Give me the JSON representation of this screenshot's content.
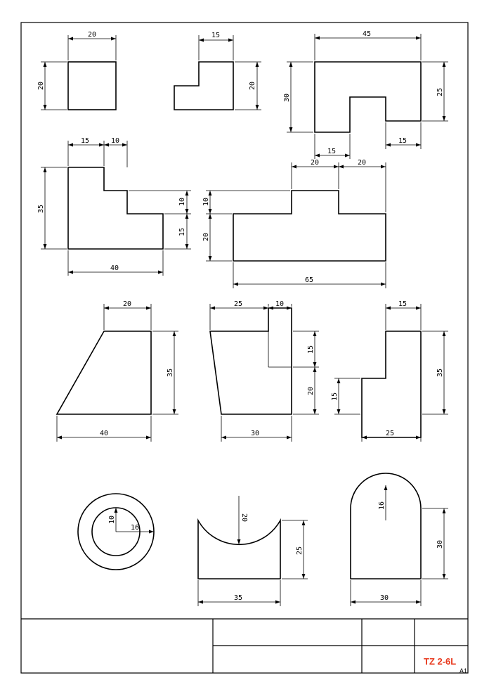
{
  "drawing_code": "TZ 2-6L",
  "sheet_size": "A1",
  "colors": {
    "line": "#000000",
    "code": "#e8391d",
    "paper": "#ffffff"
  },
  "dimensions": {
    "f1_w": "20",
    "f1_h": "20",
    "f2_w": "15",
    "f2_h": "20",
    "f3_w": "45",
    "f3_h": "30",
    "f3_r": "25",
    "f3_b1": "15",
    "f3_b2": "15",
    "f4_t1": "15",
    "f4_t2": "10",
    "f4_h": "35",
    "f4_r1": "10",
    "f4_r2": "15",
    "f4_b": "40",
    "f5_t1": "20",
    "f5_t2": "20",
    "f5_l1": "10",
    "f5_l2": "20",
    "f5_b": "65",
    "f6_t": "20",
    "f6_r": "35",
    "f6_b": "40",
    "f7_t1": "25",
    "f7_t2": "10",
    "f7_r1": "15",
    "f7_r2": "20",
    "f7_b": "30",
    "f8_t": "15",
    "f8_r": "35",
    "f8_l": "15",
    "f8_b": "25",
    "f9_r1": "10",
    "f9_r2": "16",
    "f10_r": "20",
    "f10_h": "25",
    "f10_b": "35",
    "f11_r": "16",
    "f11_h": "30",
    "f11_b": "30"
  }
}
